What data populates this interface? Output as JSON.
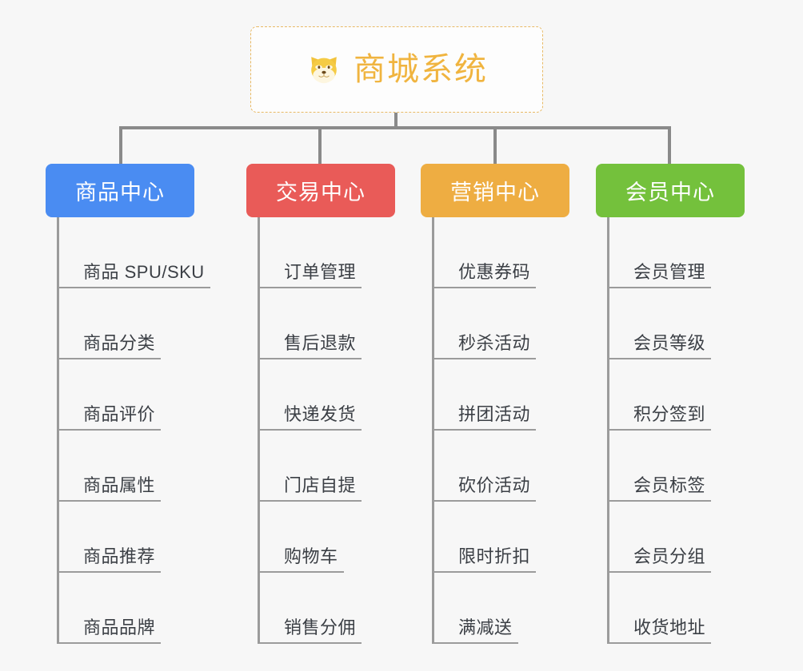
{
  "diagram": {
    "type": "mindmap",
    "background_color": "#f7f7f7",
    "root": {
      "icon": "dog-face-emoji",
      "title": "商城系统",
      "title_color": "#f0b43f",
      "border_color": "#e8b964",
      "border_style": "dashed"
    },
    "branches": [
      {
        "label": "商品中心",
        "color": "#4a8cf2",
        "leaves": [
          "商品 SPU/SKU",
          "商品分类",
          "商品评价",
          "商品属性",
          "商品推荐",
          "商品品牌"
        ]
      },
      {
        "label": "交易中心",
        "color": "#e95b58",
        "leaves": [
          "订单管理",
          "售后退款",
          "快递发货",
          "门店自提",
          "购物车",
          "销售分佣"
        ]
      },
      {
        "label": "营销中心",
        "color": "#eead42",
        "leaves": [
          "优惠券码",
          "秒杀活动",
          "拼团活动",
          "砍价活动",
          "限时折扣",
          "满减送"
        ]
      },
      {
        "label": "会员中心",
        "color": "#74c13c",
        "leaves": [
          "会员管理",
          "会员等级",
          "积分签到",
          "会员标签",
          "会员分组",
          "收货地址"
        ]
      }
    ],
    "connector_color": "#8a8a8a",
    "leaf_line_color": "#9b9b9b",
    "leaf_text_color": "#3b3f45"
  }
}
